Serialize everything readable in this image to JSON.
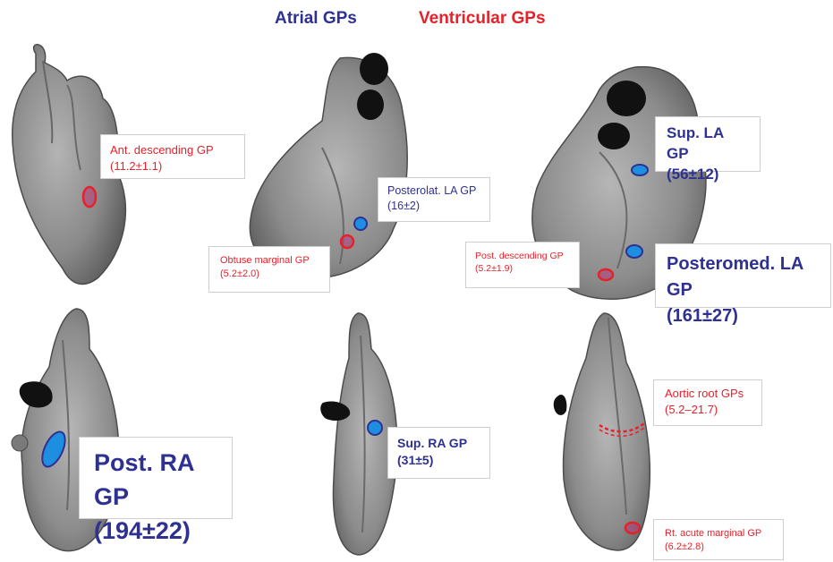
{
  "legend": {
    "atrial": "Atrial GPs",
    "ventricular": "Ventricular GPs"
  },
  "colors": {
    "atrial": "#2e3192",
    "ventricular": "#e8202a",
    "atrial_marker": "#1e8fe0",
    "ventricular_marker": "#e8202a",
    "heart_fill": "#8e8e8e",
    "label_border": "#cfcfcf"
  },
  "labels": {
    "ant_descending": {
      "name": "Ant. descending GP",
      "value": "(11.2±1.1)"
    },
    "posterolat_la": {
      "name": "Posterolat. LA GP",
      "value": "(16±2)"
    },
    "obtuse_marginal": {
      "name": "Obtuse marginal GP",
      "value": "(5.2±2.0)"
    },
    "sup_la": {
      "name": "Sup. LA GP",
      "value": "(56±12)"
    },
    "post_descending": {
      "name": "Post. descending GP",
      "value": "(5.2±1.9)"
    },
    "posteromed_la": {
      "name": "Posteromed. LA GP",
      "value": "(161±27)"
    },
    "post_ra": {
      "name": "Post. RA GP",
      "value": "(194±22)"
    },
    "sup_ra": {
      "name": "Sup. RA GP",
      "value": "(31±5)"
    },
    "aortic_root": {
      "name": "Aortic root GPs",
      "value": "(5.2–21.7)"
    },
    "rt_acute_marginal": {
      "name": "Rt. acute marginal GP",
      "value": "(6.2±2.8)"
    }
  }
}
